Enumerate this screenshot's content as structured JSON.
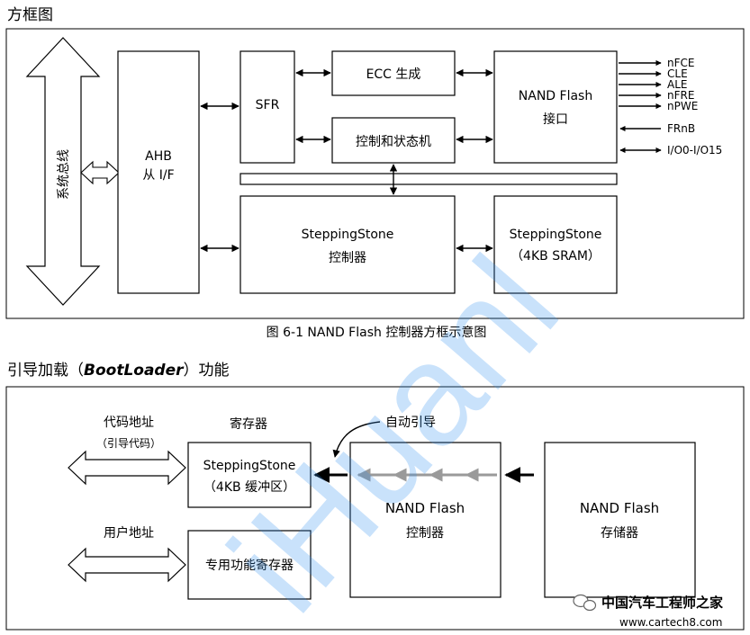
{
  "section1": {
    "heading": "方框图",
    "caption": "图 6-1 NAND Flash 控制器方框示意图",
    "system_bus": "系统总线",
    "ahb_line1": "AHB",
    "ahb_line2": "从 I/F",
    "sfr": "SFR",
    "ecc": "ECC 生成",
    "control_state": "控制和状态机",
    "nand_if_line1": "NAND Flash",
    "nand_if_line2": "接口",
    "ss_ctrl_line1": "SteppingStone",
    "ss_ctrl_line2": "控制器",
    "ss_sram_line1": "SteppingStone",
    "ss_sram_line2": "（4KB SRAM）",
    "signals": [
      "nFCE",
      "CLE",
      "ALE",
      "nFRE",
      "nPWE"
    ],
    "frnb": "FRnB",
    "io": "I/O0-I/O15"
  },
  "section2": {
    "heading_pre": "引导加载（",
    "heading_bold": "BootLoader",
    "heading_post": "）功能",
    "code_addr": "代码地址",
    "boot_code": "（引导代码）",
    "register": "寄存器",
    "ss_line1": "SteppingStone",
    "ss_line2": "（4KB 缓冲区）",
    "user_addr": "用户地址",
    "special_reg": "专用功能寄存器",
    "auto_boot": "自动引导",
    "nand_ctrl_line1": "NAND Flash",
    "nand_ctrl_line2": "控制器",
    "nand_mem_line1": "NAND Flash",
    "nand_mem_line2": "存储器"
  },
  "watermark": {
    "text": "iHuanl",
    "site_name": "中国汽车工程师之家",
    "url": "www.cartech8.com"
  }
}
